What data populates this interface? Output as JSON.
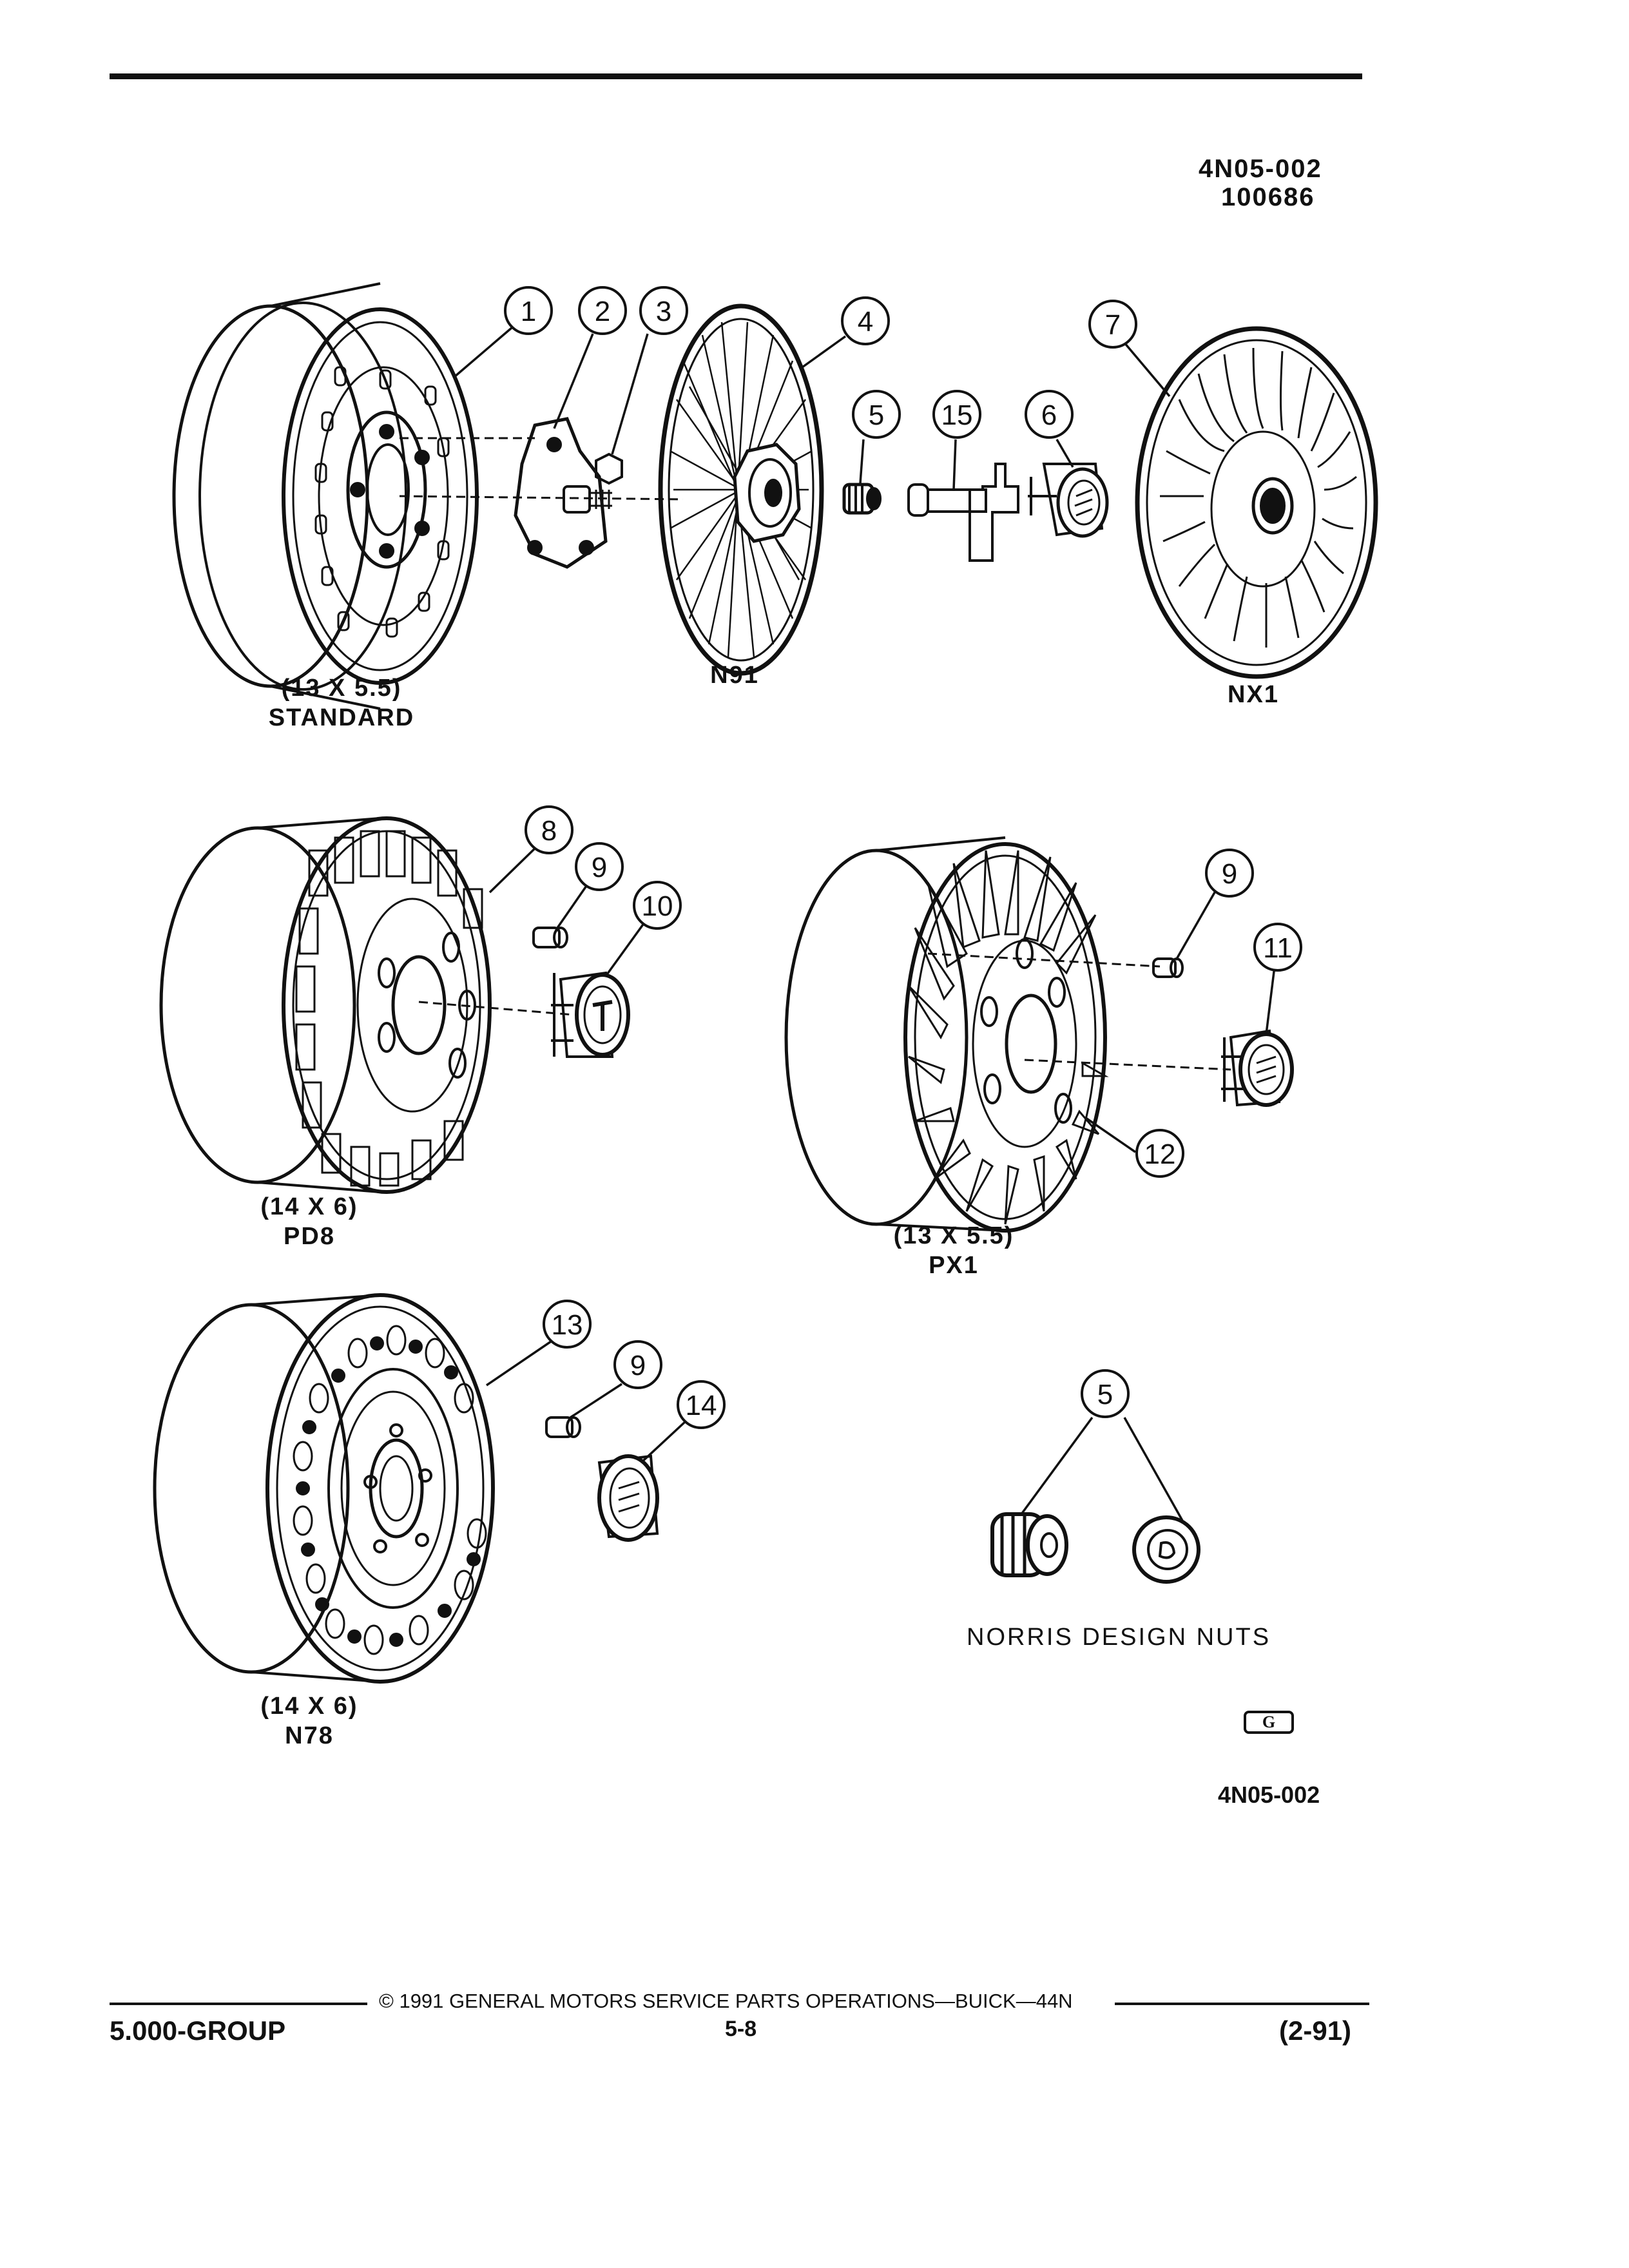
{
  "header": {
    "drawing_number": "4N05-002",
    "date_code": "100686"
  },
  "callouts": [
    "1",
    "2",
    "3",
    "4",
    "5",
    "15",
    "6",
    "7",
    "8",
    "9",
    "10",
    "9",
    "11",
    "12",
    "13",
    "9",
    "14",
    "5"
  ],
  "wheel_labels": {
    "standard": {
      "size": "(13 X 5.5)",
      "name": "STANDARD"
    },
    "n91": {
      "name": "N91"
    },
    "nx1": {
      "name": "NX1"
    },
    "pd8": {
      "size": "(14 X 6)",
      "name": "PD8"
    },
    "px1": {
      "size": "(13 X 5.5)",
      "name": "PX1"
    },
    "n78": {
      "size": "(14 X 6)",
      "name": "N78"
    }
  },
  "norris_caption": "NORRIS DESIGN NUTS",
  "gm_logo": "G",
  "figure_id": "4N05-002",
  "footer": {
    "copyright": "© 1991 GENERAL MOTORS SERVICE PARTS OPERATIONS—BUICK—44N",
    "group": "5.000-GROUP",
    "page": "5-8",
    "revision": "(2-91)"
  }
}
